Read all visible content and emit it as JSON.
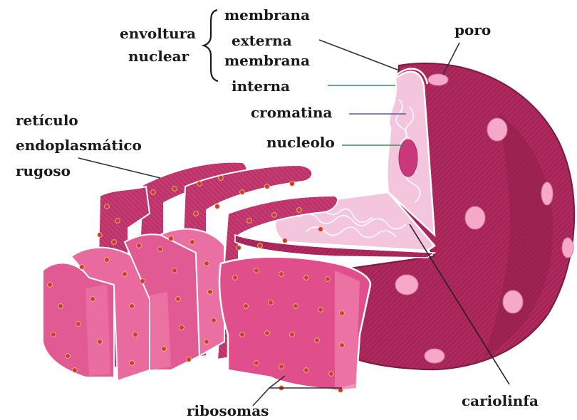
{
  "labels": {
    "envoltura_1": "envoltura",
    "envoltura_2": "nuclear",
    "membrana_externa_1": "membrana",
    "membrana_externa_2": "externa",
    "membrana_interna_1": "membrana",
    "membrana_interna_2": "interna",
    "poro": "poro",
    "cromatina": "cromatina",
    "nucleolo": "nucleolo",
    "reticulo_1": "retículo",
    "reticulo_2": "endoplasmático",
    "reticulo_3": "rugoso",
    "cariolinfa": "cariolinfa",
    "ribosomas": "ribosomas"
  },
  "colors": {
    "nucleus": "#b0295e",
    "nucleus_dark": "#8f1f4a",
    "interior": "#f3c6dd",
    "er_fill": "#e25a94",
    "er_light": "#f07aaa",
    "ribosome": "#c8402a",
    "pore": "#f5a8c8"
  }
}
